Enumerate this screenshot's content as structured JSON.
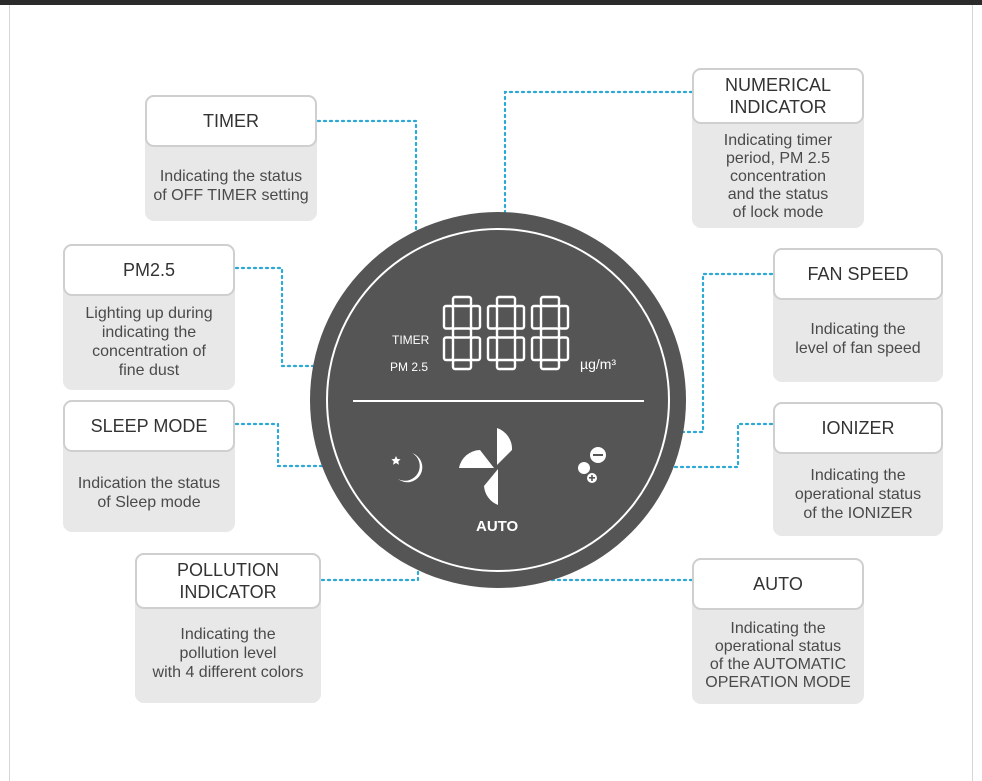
{
  "panel": {
    "timer_label": "TIMER",
    "pm_label": "PM 2.5",
    "unit_label": "µg/m³",
    "auto_label": "AUTO",
    "display_digits": "888"
  },
  "callouts": {
    "timer": {
      "title": "TIMER",
      "desc": [
        "Indicating the status",
        "of OFF TIMER setting"
      ]
    },
    "pm25": {
      "title": "PM2.5",
      "desc": [
        "Lighting up during",
        "indicating the",
        "concentration of",
        "fine dust"
      ]
    },
    "sleep": {
      "title": "SLEEP MODE",
      "desc": [
        "Indication the status",
        "of Sleep mode"
      ]
    },
    "pollution": {
      "title": [
        "POLLUTION",
        "INDICATOR"
      ],
      "desc": [
        "Indicating the",
        "pollution level",
        "with 4 different colors"
      ]
    },
    "numerical": {
      "title": [
        "NUMERICAL",
        "INDICATOR"
      ],
      "desc": [
        "Indicating timer",
        "period, PM 2.5",
        "concentration",
        "and the status",
        "of lock mode"
      ]
    },
    "fan": {
      "title": "FAN SPEED",
      "desc": [
        "Indicating the",
        "level of fan speed"
      ]
    },
    "ionizer": {
      "title": "IONIZER",
      "desc": [
        "Indicating the",
        "operational status",
        "of the IONIZER"
      ]
    },
    "auto": {
      "title": "AUTO",
      "desc": [
        "Indicating the",
        "operational status",
        "of the AUTOMATIC",
        "OPERATION MODE"
      ]
    }
  },
  "colors": {
    "leader": "#2aa9d6",
    "panel": "#555555",
    "ring": "#ffffff",
    "card": "#e8e8e8",
    "border": "#cfcfcf"
  }
}
